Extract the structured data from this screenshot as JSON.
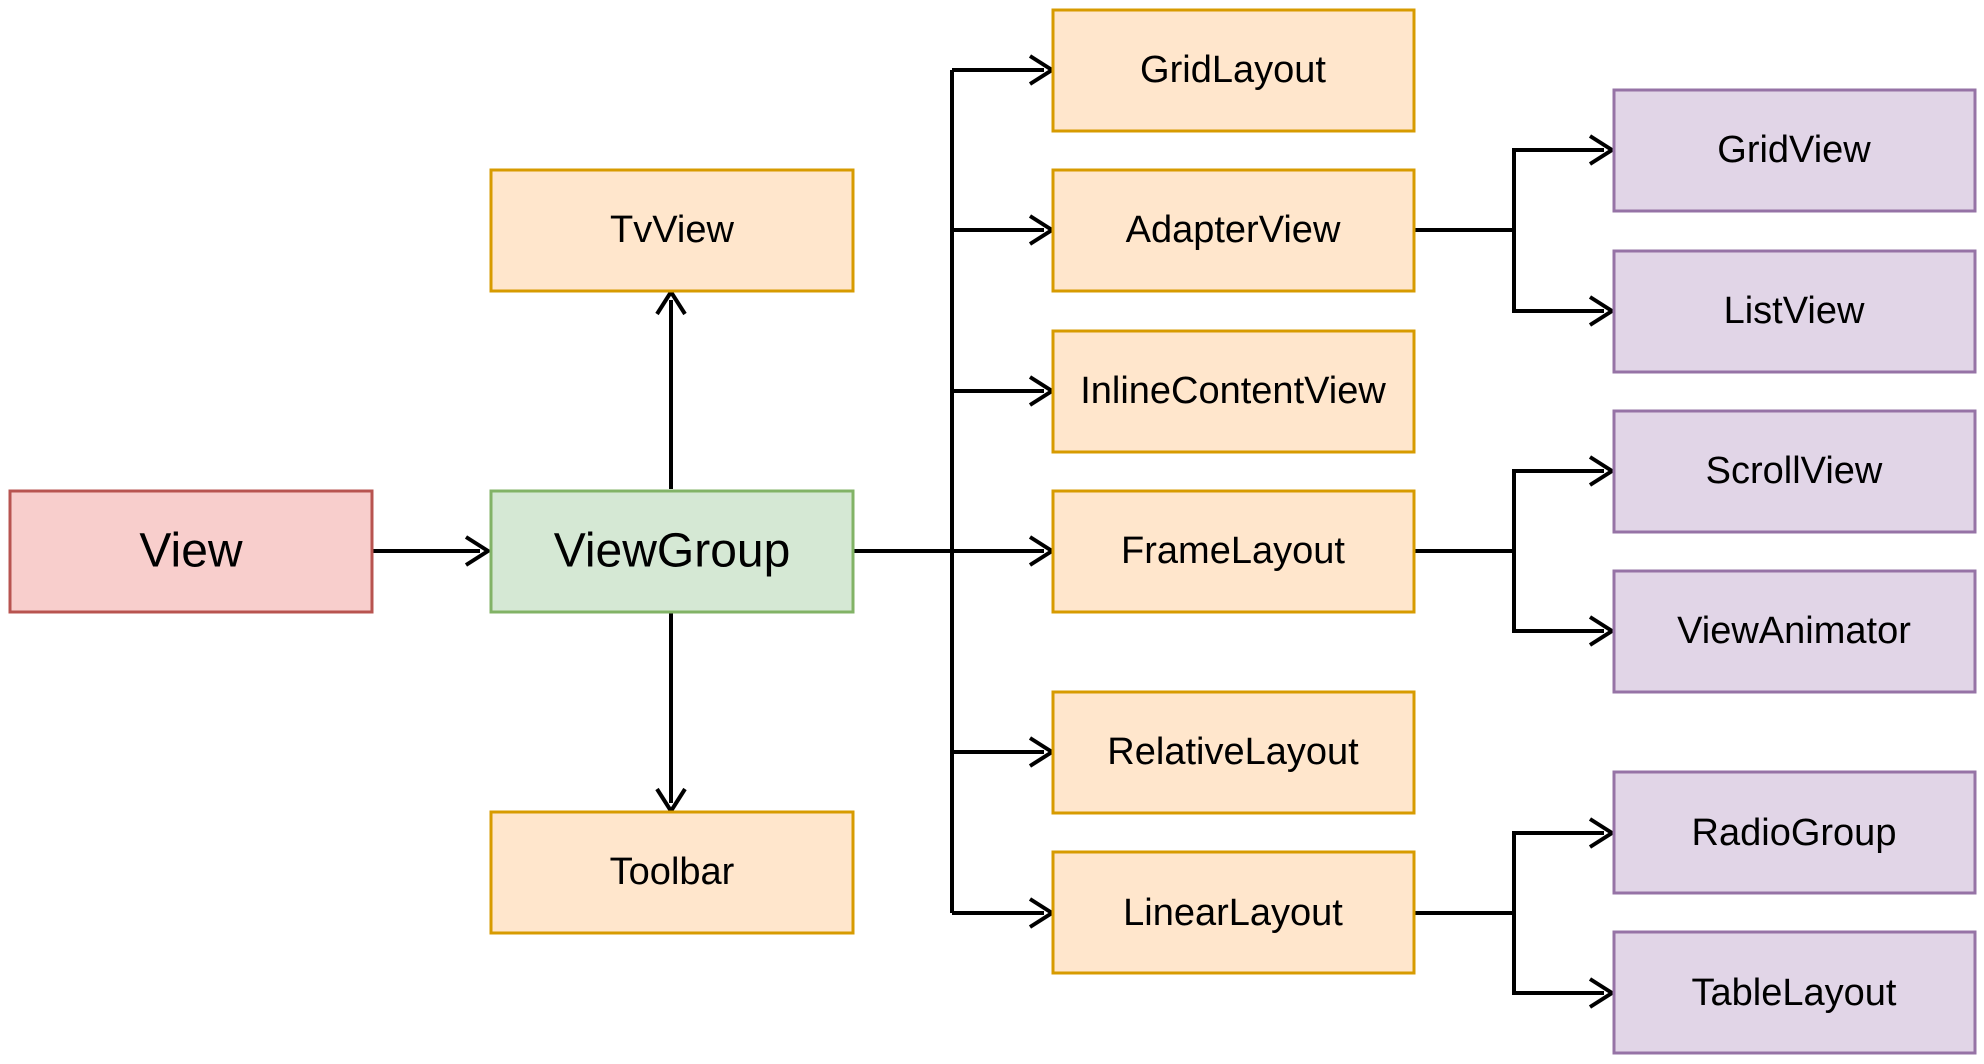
{
  "colors": {
    "root_fill": "#f8cecc",
    "root_stroke": "#b85450",
    "group_fill": "#d5e8d4",
    "group_stroke": "#82b366",
    "layout_fill": "#ffe6cc",
    "layout_stroke": "#d79b00",
    "leaf_fill": "#e1d5e7",
    "leaf_stroke": "#9673a6",
    "edge": "#000000"
  },
  "nodes": {
    "view": "View",
    "viewgroup": "ViewGroup",
    "tvview": "TvView",
    "toolbar": "Toolbar",
    "gridlayout": "GridLayout",
    "adapterview": "AdapterView",
    "inlinecontentview": "InlineContentView",
    "framelayout": "FrameLayout",
    "relativelayout": "RelativeLayout",
    "linearlayout": "LinearLayout",
    "gridview": "GridView",
    "listview": "ListView",
    "scrollview": "ScrollView",
    "viewanimator": "ViewAnimator",
    "radiogroup": "RadioGroup",
    "tablelayout": "TableLayout"
  },
  "edges": [
    [
      "view",
      "viewgroup"
    ],
    [
      "viewgroup",
      "tvview"
    ],
    [
      "viewgroup",
      "toolbar"
    ],
    [
      "viewgroup",
      "gridlayout"
    ],
    [
      "viewgroup",
      "adapterview"
    ],
    [
      "viewgroup",
      "inlinecontentview"
    ],
    [
      "viewgroup",
      "framelayout"
    ],
    [
      "viewgroup",
      "relativelayout"
    ],
    [
      "viewgroup",
      "linearlayout"
    ],
    [
      "adapterview",
      "gridview"
    ],
    [
      "adapterview",
      "listview"
    ],
    [
      "framelayout",
      "scrollview"
    ],
    [
      "framelayout",
      "viewanimator"
    ],
    [
      "linearlayout",
      "radiogroup"
    ],
    [
      "linearlayout",
      "tablelayout"
    ]
  ]
}
